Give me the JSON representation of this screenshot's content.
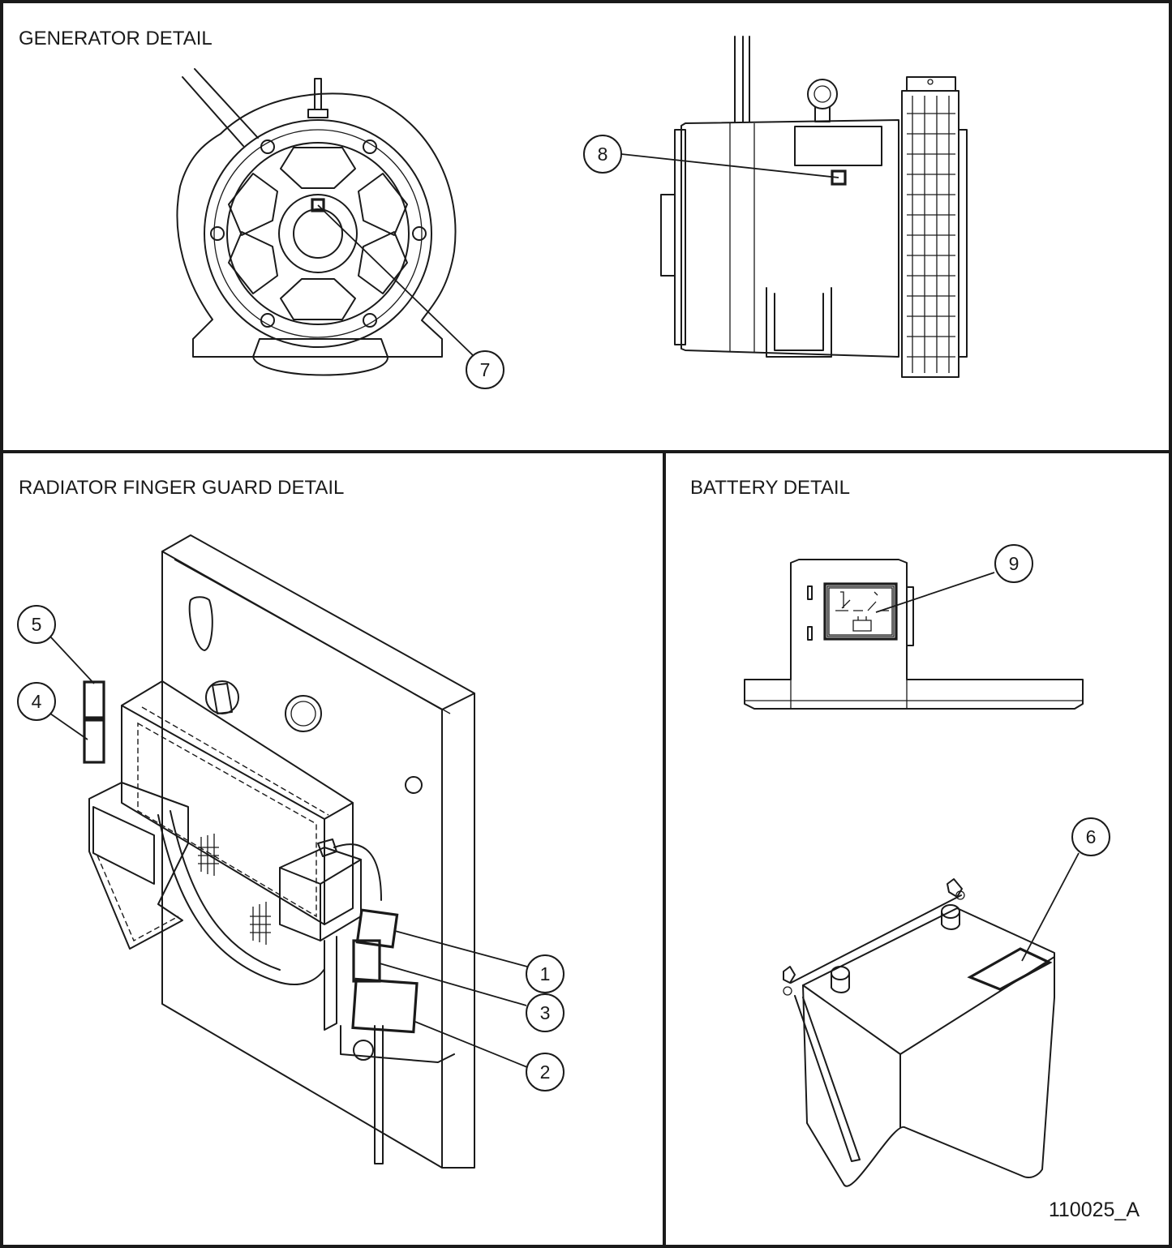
{
  "panels": {
    "generator": {
      "title": "GENERATOR DETAIL"
    },
    "radiator": {
      "title": "RADIATOR FINGER GUARD DETAIL"
    },
    "battery": {
      "title": "BATTERY DETAIL"
    }
  },
  "callouts": [
    {
      "id": "7",
      "label": "7"
    },
    {
      "id": "8",
      "label": "8"
    },
    {
      "id": "5",
      "label": "5"
    },
    {
      "id": "4",
      "label": "4"
    },
    {
      "id": "1",
      "label": "1"
    },
    {
      "id": "3",
      "label": "3"
    },
    {
      "id": "2",
      "label": "2"
    },
    {
      "id": "9",
      "label": "9"
    },
    {
      "id": "6",
      "label": "6"
    }
  ],
  "drawing_number": "110025_A"
}
